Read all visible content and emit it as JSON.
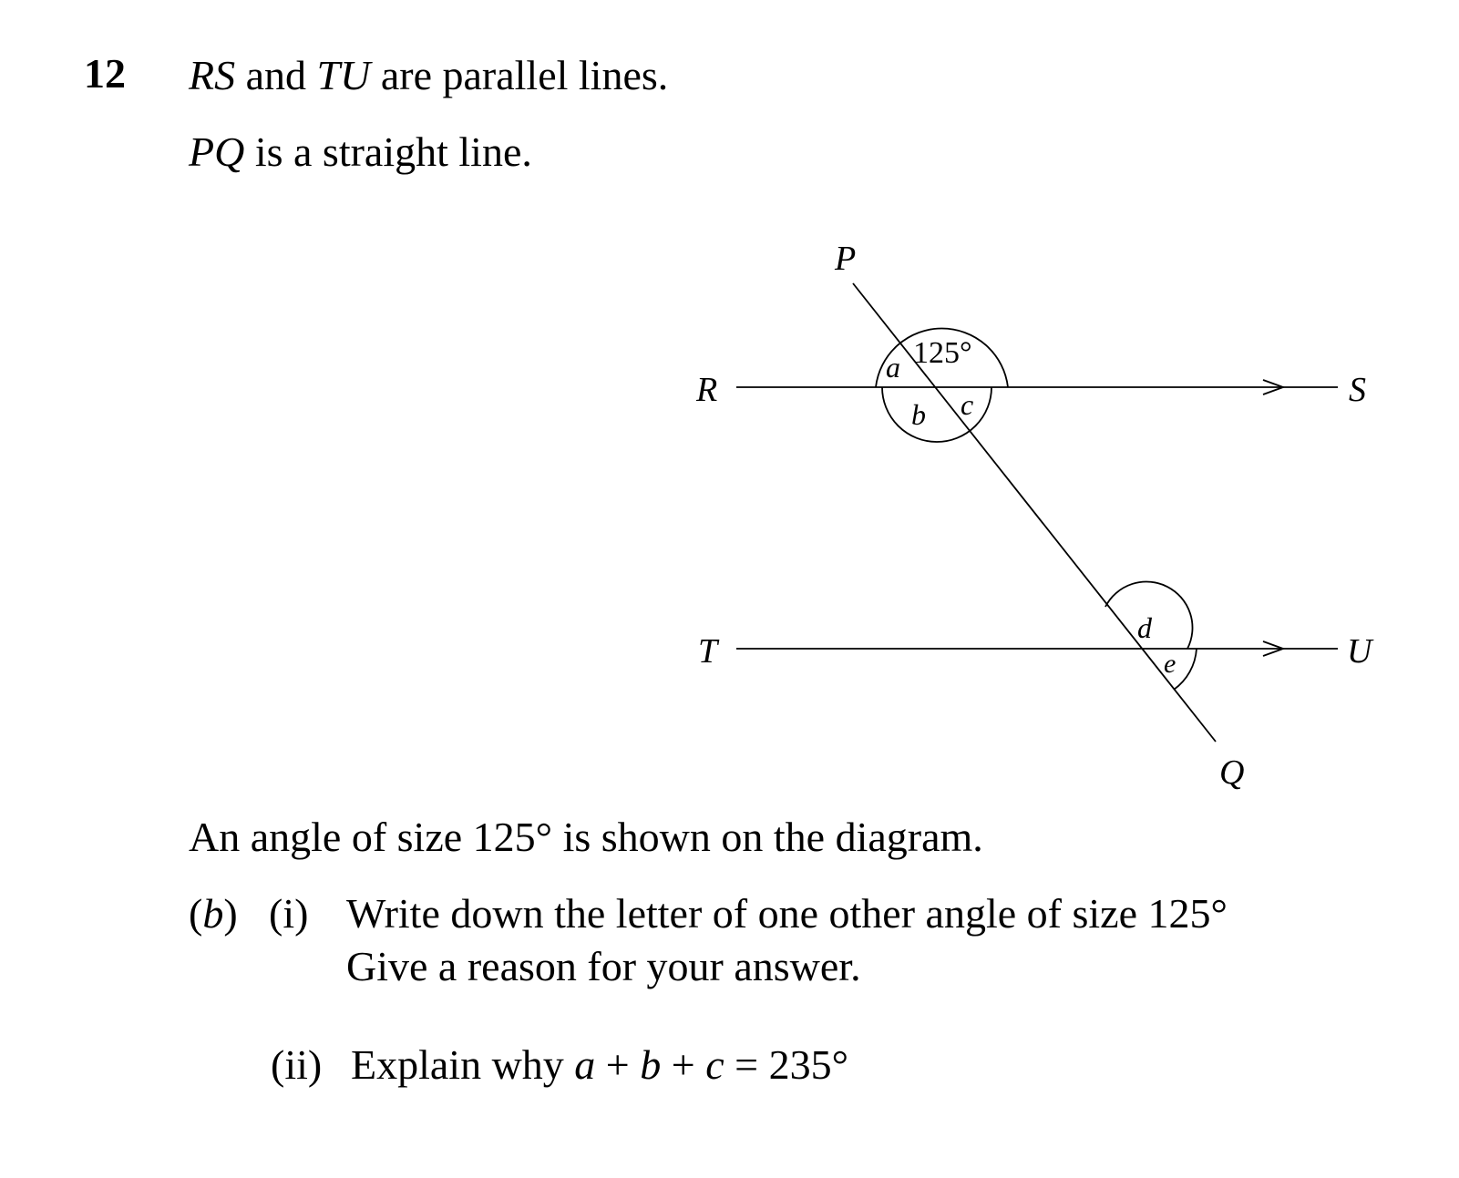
{
  "question": {
    "number": "12",
    "line1": {
      "rs": "RS",
      "and": " and ",
      "tu": "TU",
      "rest": " are parallel lines."
    },
    "line2": {
      "pq": "PQ",
      "rest": " is a straight line."
    },
    "intro": "An angle of size 125° is shown on the diagram.",
    "part_b": {
      "label_open": "(",
      "label_letter": "b",
      "label_close": ")",
      "sub_i_label": "(i)",
      "sub_i_line1": "Write down the letter of one other angle of size 125°",
      "sub_i_line2": "Give a reason for your answer.",
      "sub_ii_label": "(ii)",
      "sub_ii_text_prefix": "Explain why ",
      "sub_ii_a": "a",
      "sub_ii_plus1": " + ",
      "sub_ii_b": "b",
      "sub_ii_plus2": " + ",
      "sub_ii_c": "c",
      "sub_ii_equals": " = 235°"
    }
  },
  "diagram": {
    "points": {
      "P": "P",
      "Q": "Q",
      "R": "R",
      "S": "S",
      "T": "T",
      "U": "U"
    },
    "angles": {
      "a": "a",
      "b": "b",
      "c": "c",
      "d": "d",
      "e": "e",
      "given": "125°"
    }
  }
}
